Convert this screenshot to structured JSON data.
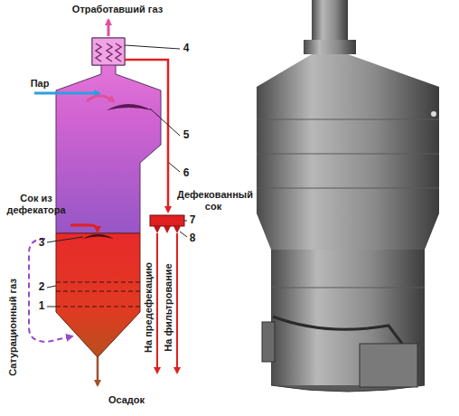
{
  "diagram": {
    "labels": [
      "Отработавший газ",
      "Пар",
      "4",
      "5",
      "6",
      "Сок из дефекатора",
      "Дефекованный сок",
      "3",
      "7",
      "8",
      "2",
      "1",
      "Сатурационный газ",
      "На предефекацию",
      "На фильтрование",
      "Осадок"
    ]
  }
}
